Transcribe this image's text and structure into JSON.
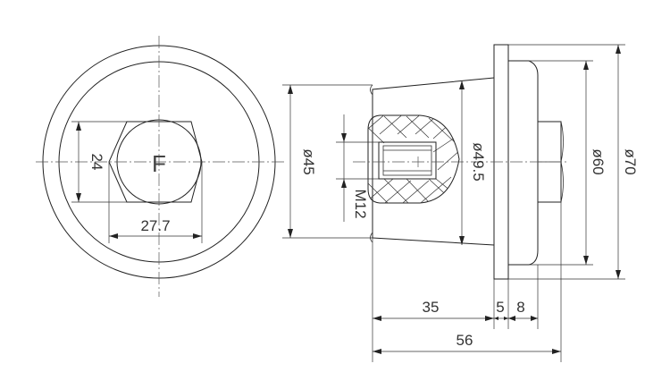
{
  "views": {
    "front": {
      "mark_glyph": "F",
      "dims": {
        "hex_flats": "24",
        "hex_width": "27.7"
      }
    },
    "side": {
      "dims": {
        "bore_dia": "ø45",
        "thread": "M12",
        "cone_dia": "ø49.5",
        "flange_inner_dia": "ø60",
        "flange_outer_dia": "ø70",
        "body_length": "35",
        "flange_thickness": "5",
        "spacer_thickness": "8",
        "overall_length": "56"
      }
    }
  },
  "colors": {
    "line": "#222222",
    "text": "#333333",
    "background": "#ffffff"
  }
}
